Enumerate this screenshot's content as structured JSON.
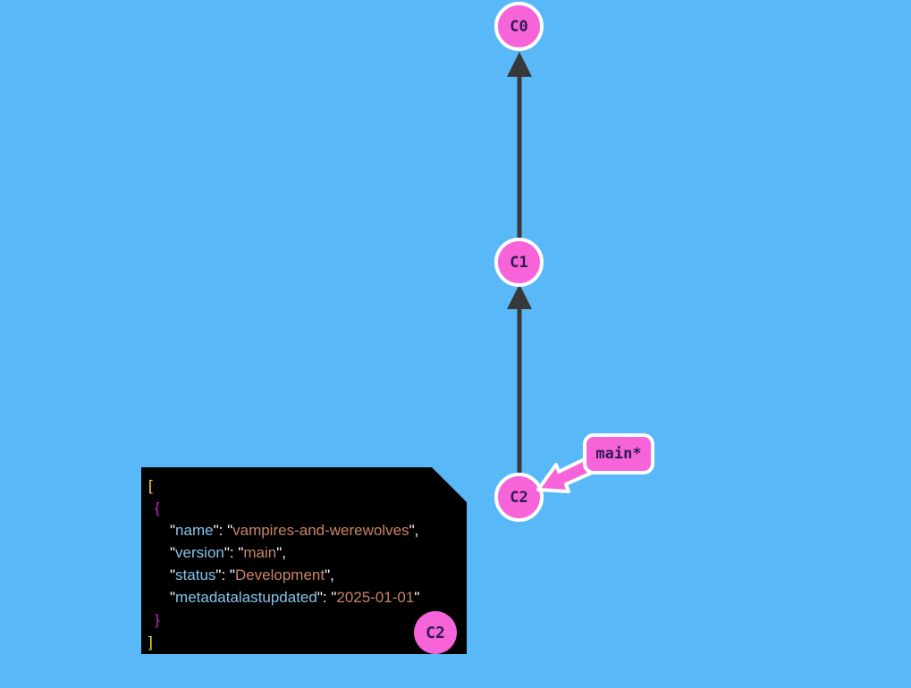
{
  "app": {
    "background_color": "#59b9f8"
  },
  "graph": {
    "nodes": [
      {
        "label": "C0"
      },
      {
        "label": "C1"
      },
      {
        "label": "C2"
      }
    ],
    "edges": [
      {
        "from": "C1",
        "to": "C0"
      },
      {
        "from": "C2",
        "to": "C1"
      }
    ],
    "branch": {
      "label": "main*",
      "points_to": "C2"
    },
    "colors": {
      "node_fill": "#f763d8",
      "node_border": "#ffffff",
      "node_text": "#2a1b52",
      "edge": "#383838",
      "branch_fill": "#f763d8"
    }
  },
  "code_block": {
    "background": "#000000",
    "array_open": "[",
    "object_open": "{",
    "object_close": "}",
    "array_close": "]",
    "entries": [
      {
        "key": "name",
        "value": "vampires-and-werewolves"
      },
      {
        "key": "version",
        "value": "main"
      },
      {
        "key": "status",
        "value": "Development"
      },
      {
        "key": "metadatalastupdated",
        "value": "2025-01-01"
      }
    ],
    "badge_label": "C2",
    "colors": {
      "bracket": "#ffe23e",
      "brace": "#c42ac4",
      "key": "#85c4ea",
      "value": "#ca8465",
      "punct": "#ffffff"
    }
  }
}
